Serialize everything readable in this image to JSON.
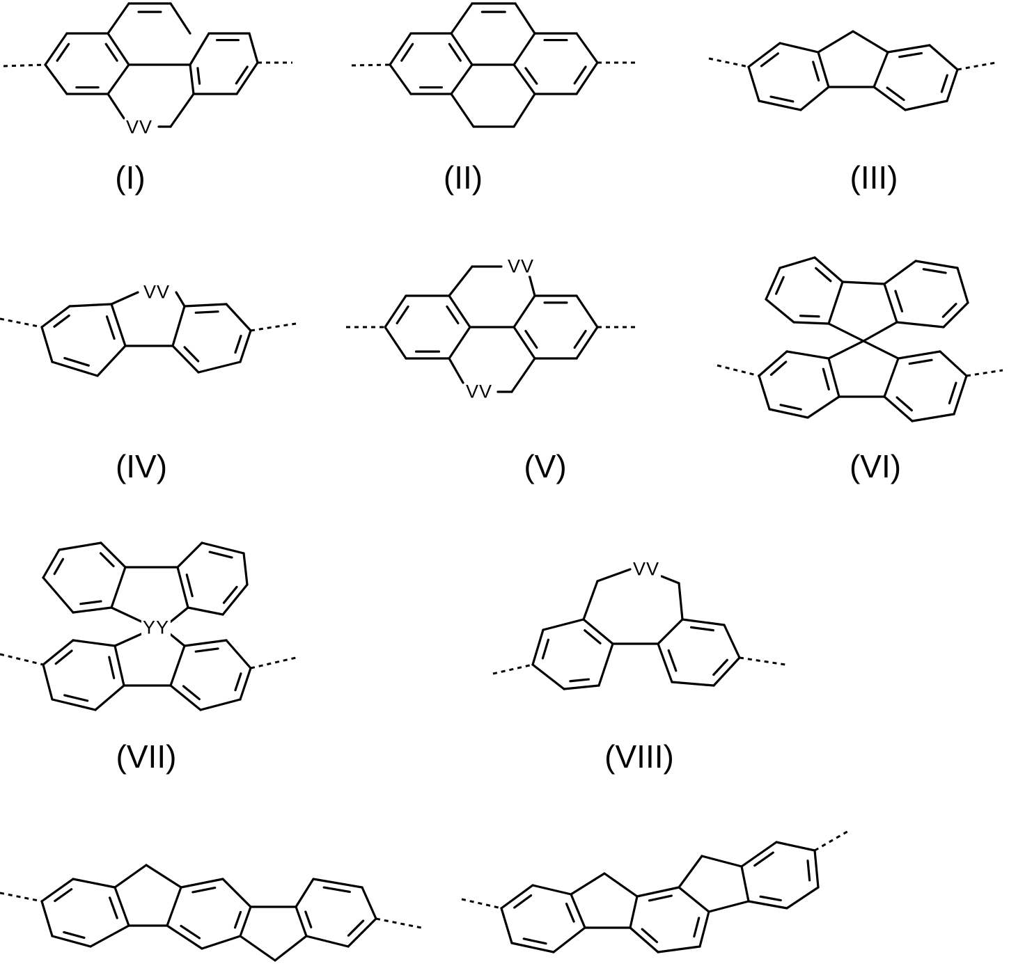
{
  "structures": [
    {
      "id": "I",
      "label": "(I)",
      "atom_labels": [
        "VV"
      ]
    },
    {
      "id": "II",
      "label": "(II)",
      "atom_labels": []
    },
    {
      "id": "III",
      "label": "(III)",
      "atom_labels": []
    },
    {
      "id": "IV",
      "label": "(IV)",
      "atom_labels": [
        "VV"
      ]
    },
    {
      "id": "V",
      "label": "(V)",
      "atom_labels": [
        "VV",
        "VV"
      ]
    },
    {
      "id": "VI",
      "label": "(VI)",
      "atom_labels": []
    },
    {
      "id": "VII",
      "label": "(VII)",
      "atom_labels": [
        "YY"
      ]
    },
    {
      "id": "VIII",
      "label": "(VIII)",
      "atom_labels": [
        "VV"
      ]
    },
    {
      "id": "IX",
      "label": "",
      "atom_labels": []
    },
    {
      "id": "X",
      "label": "",
      "atom_labels": []
    }
  ],
  "colors": {
    "ink": "#000000",
    "background": "#ffffff"
  }
}
